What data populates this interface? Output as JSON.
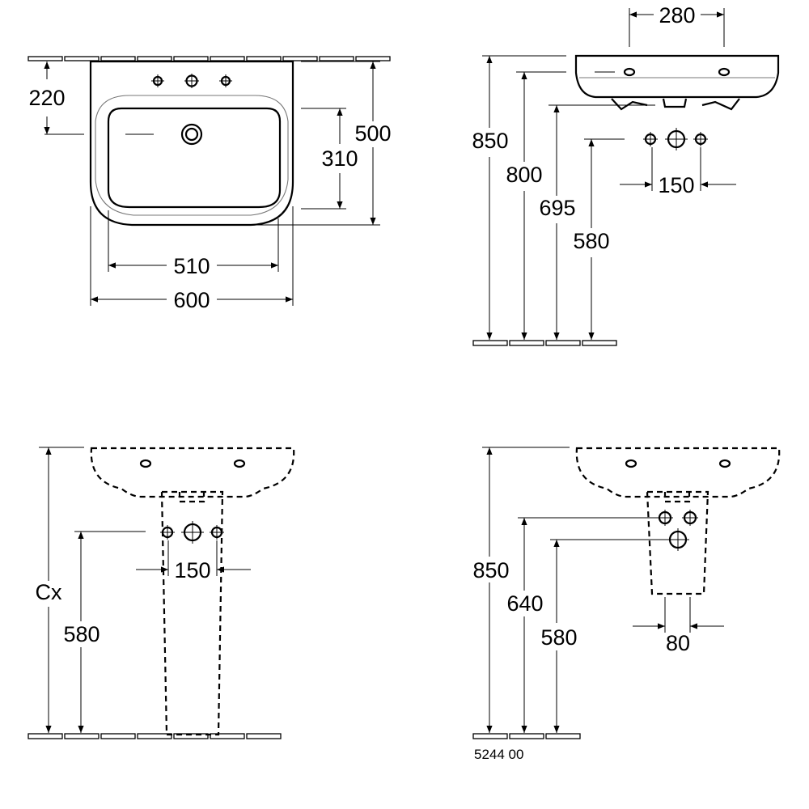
{
  "diagram": {
    "top_view": {
      "width_outer": "600",
      "width_inner": "510",
      "depth": "500",
      "bowl_depth": "310",
      "tap_offset": "220"
    },
    "side_view": {
      "fixing_spacing": "280",
      "height_rim": "850",
      "height_800": "800",
      "height_695": "695",
      "height_580": "580",
      "hole_spacing": "150"
    },
    "pedestal_view": {
      "height_cx": "Cx",
      "height_580": "580",
      "hole_spacing": "150"
    },
    "semi_pedestal_view": {
      "height_rim": "850",
      "height_640": "640",
      "height_580": "580",
      "hole_spacing": "80"
    },
    "product_code": "5244 00"
  }
}
